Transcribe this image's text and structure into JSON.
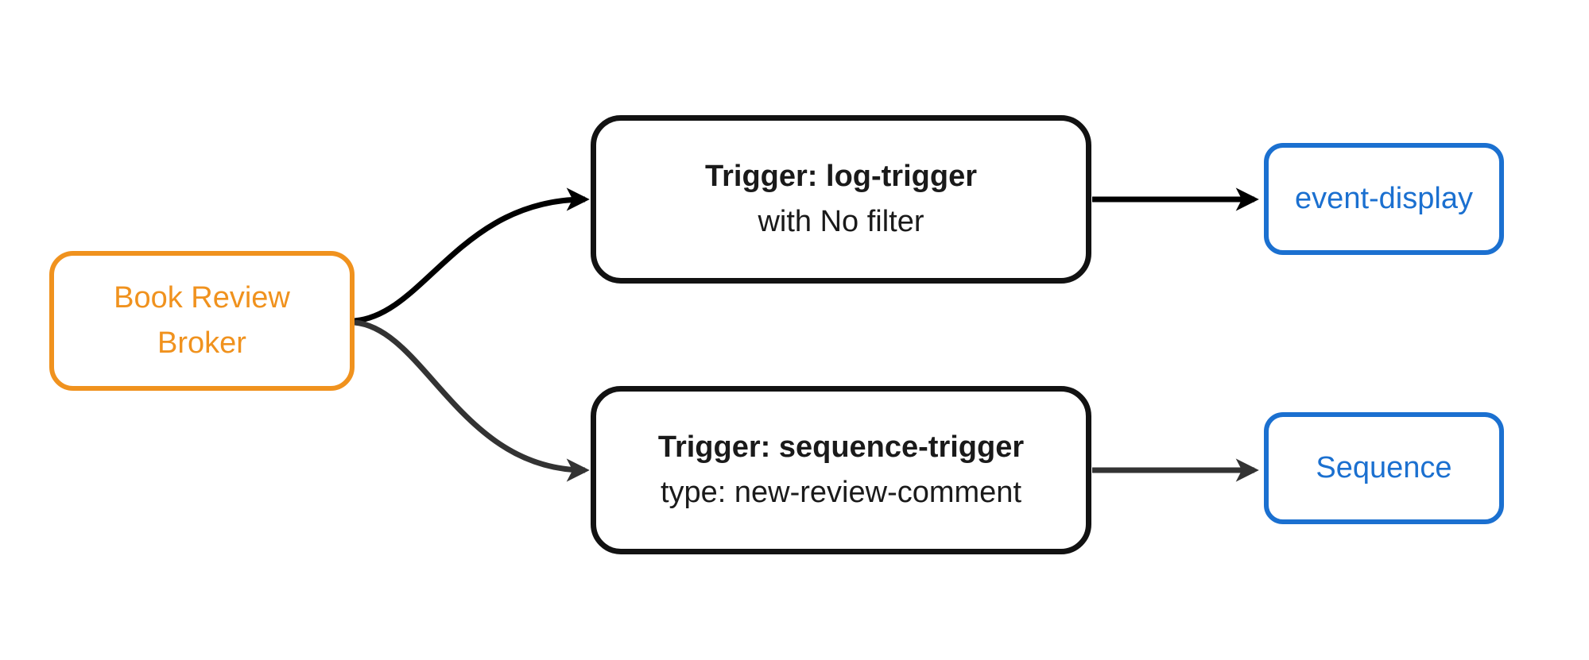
{
  "diagram": {
    "type": "flowchart",
    "direction": "left-to-right",
    "background": "#ffffff",
    "nodes": {
      "broker": {
        "lines": [
          "Book Review",
          "Broker"
        ],
        "accent_color": "#F0921E"
      },
      "log_trigger": {
        "title": "Trigger: log-trigger",
        "subtitle": "with No filter",
        "border_color": "#121212"
      },
      "sequence_trigger": {
        "title": "Trigger: sequence-trigger",
        "subtitle": "type: new-review-comment",
        "border_color": "#121212"
      },
      "event_display": {
        "label": "event-display",
        "accent_color": "#1B70D0"
      },
      "sequence": {
        "label": "Sequence",
        "accent_color": "#1B70D0"
      }
    },
    "edges": [
      {
        "from": "book-review-broker",
        "to": "trigger-log-trigger",
        "style": "curved",
        "color": "#000000"
      },
      {
        "from": "book-review-broker",
        "to": "trigger-sequence-trigger",
        "style": "curved",
        "color": "#333333"
      },
      {
        "from": "trigger-log-trigger",
        "to": "event-display",
        "style": "straight",
        "color": "#000000"
      },
      {
        "from": "trigger-sequence-trigger",
        "to": "sequence",
        "style": "straight",
        "color": "#333333"
      }
    ]
  }
}
